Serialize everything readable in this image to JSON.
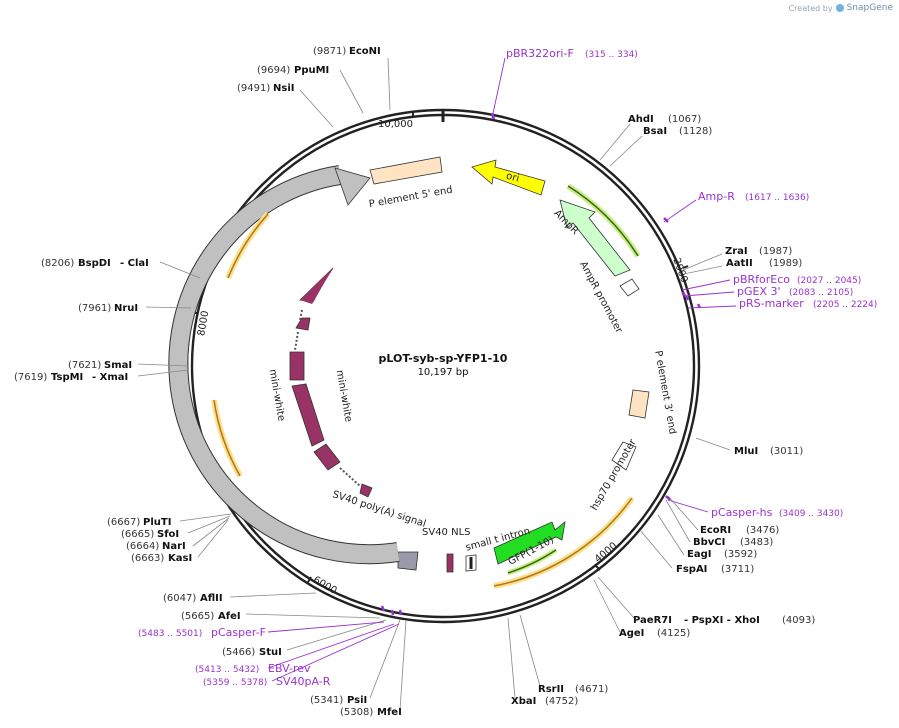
{
  "credit": {
    "prefix": "Created by",
    "brand": "SnapGene"
  },
  "map": {
    "name": "pLOT-syb-sp-YFP1-10",
    "size_label": "10,197 bp",
    "total_bp": 10197,
    "backbone_color": "#222222"
  },
  "ticks": [
    {
      "label": "10,000",
      "bp": 10000
    },
    {
      "label": "2000",
      "bp": 2000
    },
    {
      "label": "4000",
      "bp": 4000
    },
    {
      "label": "6000",
      "bp": 6000
    },
    {
      "label": "8000",
      "bp": 8000
    }
  ],
  "enzymes": [
    {
      "name": "EcoNI",
      "pos": "(9871)",
      "side": "left"
    },
    {
      "name": "PpuMI",
      "pos": "(9694)",
      "side": "left"
    },
    {
      "name": "NsiI",
      "pos": "(9491)",
      "side": "left"
    },
    {
      "name": "AhdI",
      "pos": "(1067)",
      "side": "right"
    },
    {
      "name": "BsaI",
      "pos": "(1128)",
      "side": "right"
    },
    {
      "name": "ZraI",
      "pos": "(1987)",
      "side": "right"
    },
    {
      "name": "AatII",
      "pos": "(1989)",
      "side": "right"
    },
    {
      "name": "MluI",
      "pos": "(3011)",
      "side": "right"
    },
    {
      "name": "EcoRI",
      "pos": "(3476)",
      "side": "right"
    },
    {
      "name": "BbvCI",
      "pos": "(3483)",
      "side": "right"
    },
    {
      "name": "EagI",
      "pos": "(3592)",
      "side": "right"
    },
    {
      "name": "FspAI",
      "pos": "(3711)",
      "side": "right"
    },
    {
      "name": "PaeR7I",
      "pos": "(4093)",
      "side": "right",
      "extra": "- PspXI - XhoI"
    },
    {
      "name": "AgeI",
      "pos": "(4125)",
      "side": "right"
    },
    {
      "name": "RsrII",
      "pos": "(4671)",
      "side": "right"
    },
    {
      "name": "XbaI",
      "pos": "(4752)",
      "side": "right"
    },
    {
      "name": "PsiI",
      "pos": "(5341)",
      "side": "left"
    },
    {
      "name": "MfeI",
      "pos": "(5308)",
      "side": "left"
    },
    {
      "name": "StuI",
      "pos": "(5466)",
      "side": "left"
    },
    {
      "name": "AfeI",
      "pos": "(5665)",
      "side": "left"
    },
    {
      "name": "AflII",
      "pos": "(6047)",
      "side": "left"
    },
    {
      "name": "PluTI",
      "pos": "(6667)",
      "side": "left"
    },
    {
      "name": "SfoI",
      "pos": "(6665)",
      "side": "left"
    },
    {
      "name": "NarI",
      "pos": "(6664)",
      "side": "left"
    },
    {
      "name": "KasI",
      "pos": "(6663)",
      "side": "left"
    },
    {
      "name": "SmaI",
      "pos": "(7621)",
      "side": "left"
    },
    {
      "name": "TspMI",
      "pos": "(7619)",
      "side": "left",
      "extra": "- XmaI"
    },
    {
      "name": "NruI",
      "pos": "(7961)",
      "side": "left"
    },
    {
      "name": "BspDI",
      "pos": "(8206)",
      "side": "left",
      "extra": "- ClaI"
    }
  ],
  "primers": [
    {
      "name": "pBR322ori-F",
      "range": "(315 .. 334)",
      "side": "right"
    },
    {
      "name": "Amp-R",
      "range": "(1617 .. 1636)",
      "side": "right"
    },
    {
      "name": "pBRforEco",
      "range": "(2027 .. 2045)",
      "side": "right"
    },
    {
      "name": "pGEX 3'",
      "range": "(2083 .. 2105)",
      "side": "right"
    },
    {
      "name": "pRS-marker",
      "range": "(2205 .. 2224)",
      "side": "right"
    },
    {
      "name": "pCasper-hs",
      "range": "(3409 .. 3430)",
      "side": "right"
    },
    {
      "name": "pCasper-F",
      "range": "(5483 .. 5501)",
      "side": "left"
    },
    {
      "name": "EBV-rev",
      "range": "(5413 .. 5432)",
      "side": "left"
    },
    {
      "name": "SV40pA-R",
      "range": "(5359 .. 5378)",
      "side": "left"
    }
  ],
  "features": [
    {
      "name": "ori",
      "color": "#ffff00"
    },
    {
      "name": "AmpR",
      "color": "#ccffcc"
    },
    {
      "name": "AmpR promoter",
      "color": "#ffffff"
    },
    {
      "name": "P element 3' end",
      "color": "#ffe4c4"
    },
    {
      "name": "hsp70 promoter",
      "color": "#ffffff"
    },
    {
      "name": "GFP(1-10)",
      "color": "#22dd22"
    },
    {
      "name": "small t intron",
      "color": "#ffffff"
    },
    {
      "name": "SV40 NLS",
      "color": "#993366"
    },
    {
      "name": "SV40 poly(A) signal",
      "color": "#9999aa"
    },
    {
      "name": "mini-white",
      "color": "#c0c0c0"
    },
    {
      "name": "mini-white",
      "color": "#993366"
    },
    {
      "name": "P element 5' end",
      "color": "#ffe4c4"
    }
  ],
  "colors": {
    "primer": "#9933cc",
    "enzyme_line": "#777777",
    "orf_yellow": "#ffcc55",
    "orf_green": "#66aa22"
  }
}
